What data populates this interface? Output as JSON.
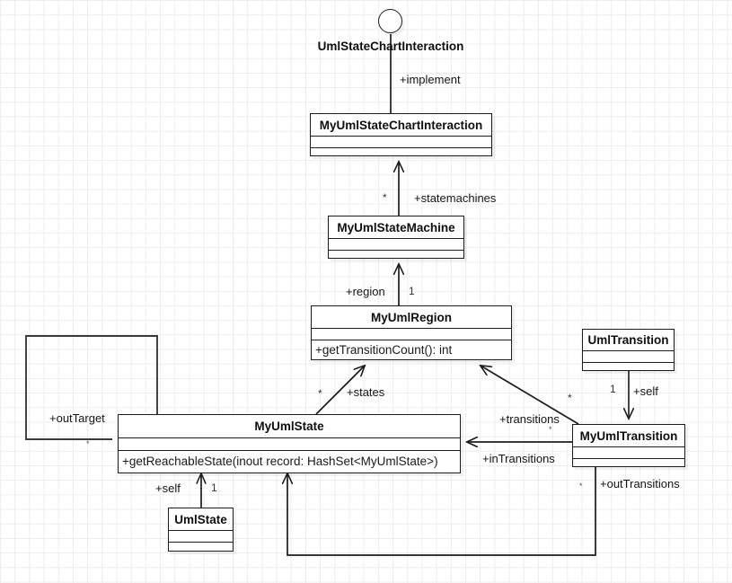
{
  "diagram": {
    "type": "uml-class-diagram",
    "background": "#ffffff",
    "grid_color": "#ededed",
    "line_color": "#1c1c1c"
  },
  "interface": {
    "name": "UmlStateChartInteraction",
    "shape": "lollipop-circle"
  },
  "classes": [
    {
      "id": "MyUmlStateChartInteraction",
      "name": "MyUmlStateChartInteraction",
      "attributes": [],
      "operations": []
    },
    {
      "id": "MyUmlStateMachine",
      "name": "MyUmlStateMachine",
      "attributes": [],
      "operations": []
    },
    {
      "id": "MyUmlRegion",
      "name": "MyUmlRegion",
      "attributes": [],
      "operations": [
        "+getTransitionCount(): int"
      ]
    },
    {
      "id": "MyUmlState",
      "name": "MyUmlState",
      "attributes": [],
      "operations": [
        "+getReachableState(inout record: HashSet<MyUmlState>)"
      ]
    },
    {
      "id": "UmlState",
      "name": "UmlState",
      "attributes": [],
      "operations": []
    },
    {
      "id": "UmlTransition",
      "name": "UmlTransition",
      "attributes": [],
      "operations": []
    },
    {
      "id": "MyUmlTransition",
      "name": "MyUmlTransition",
      "attributes": [],
      "operations": []
    }
  ],
  "relations": [
    {
      "id": "implement",
      "from": "MyUmlStateChartInteraction",
      "to": "UmlStateChartInteraction",
      "role_label": "+implement",
      "multiplicity": ""
    },
    {
      "id": "statemachines",
      "from": "MyUmlStateMachine",
      "to": "MyUmlStateChartInteraction",
      "role_label": "+statemachines",
      "multiplicity": "*"
    },
    {
      "id": "region",
      "from": "MyUmlRegion",
      "to": "MyUmlStateMachine",
      "role_label": "+region",
      "multiplicity": "1"
    },
    {
      "id": "states",
      "from": "MyUmlState",
      "to": "MyUmlRegion",
      "role_label": "+states",
      "multiplicity": "*"
    },
    {
      "id": "transitions",
      "from": "MyUmlTransition",
      "to": "MyUmlRegion",
      "role_label": "+transitions",
      "multiplicity": "*",
      "multiplicity_secondary": "*"
    },
    {
      "id": "inTransitions",
      "from": "MyUmlTransition",
      "to": "MyUmlState",
      "role_label": "+inTransitions",
      "multiplicity": ""
    },
    {
      "id": "outTransitions",
      "from": "MyUmlTransition",
      "to": "MyUmlState",
      "role_label": "+outTransitions",
      "multiplicity": "*"
    },
    {
      "id": "outTarget",
      "from": "MyUmlState",
      "to": "MyUmlState",
      "role_label": "+outTarget",
      "multiplicity": "*"
    },
    {
      "id": "self-state",
      "from": "UmlState",
      "to": "MyUmlState",
      "role_label": "+self",
      "multiplicity": "1"
    },
    {
      "id": "self-transition",
      "from": "UmlTransition",
      "to": "MyUmlTransition",
      "role_label": "+self",
      "multiplicity": "1"
    }
  ]
}
